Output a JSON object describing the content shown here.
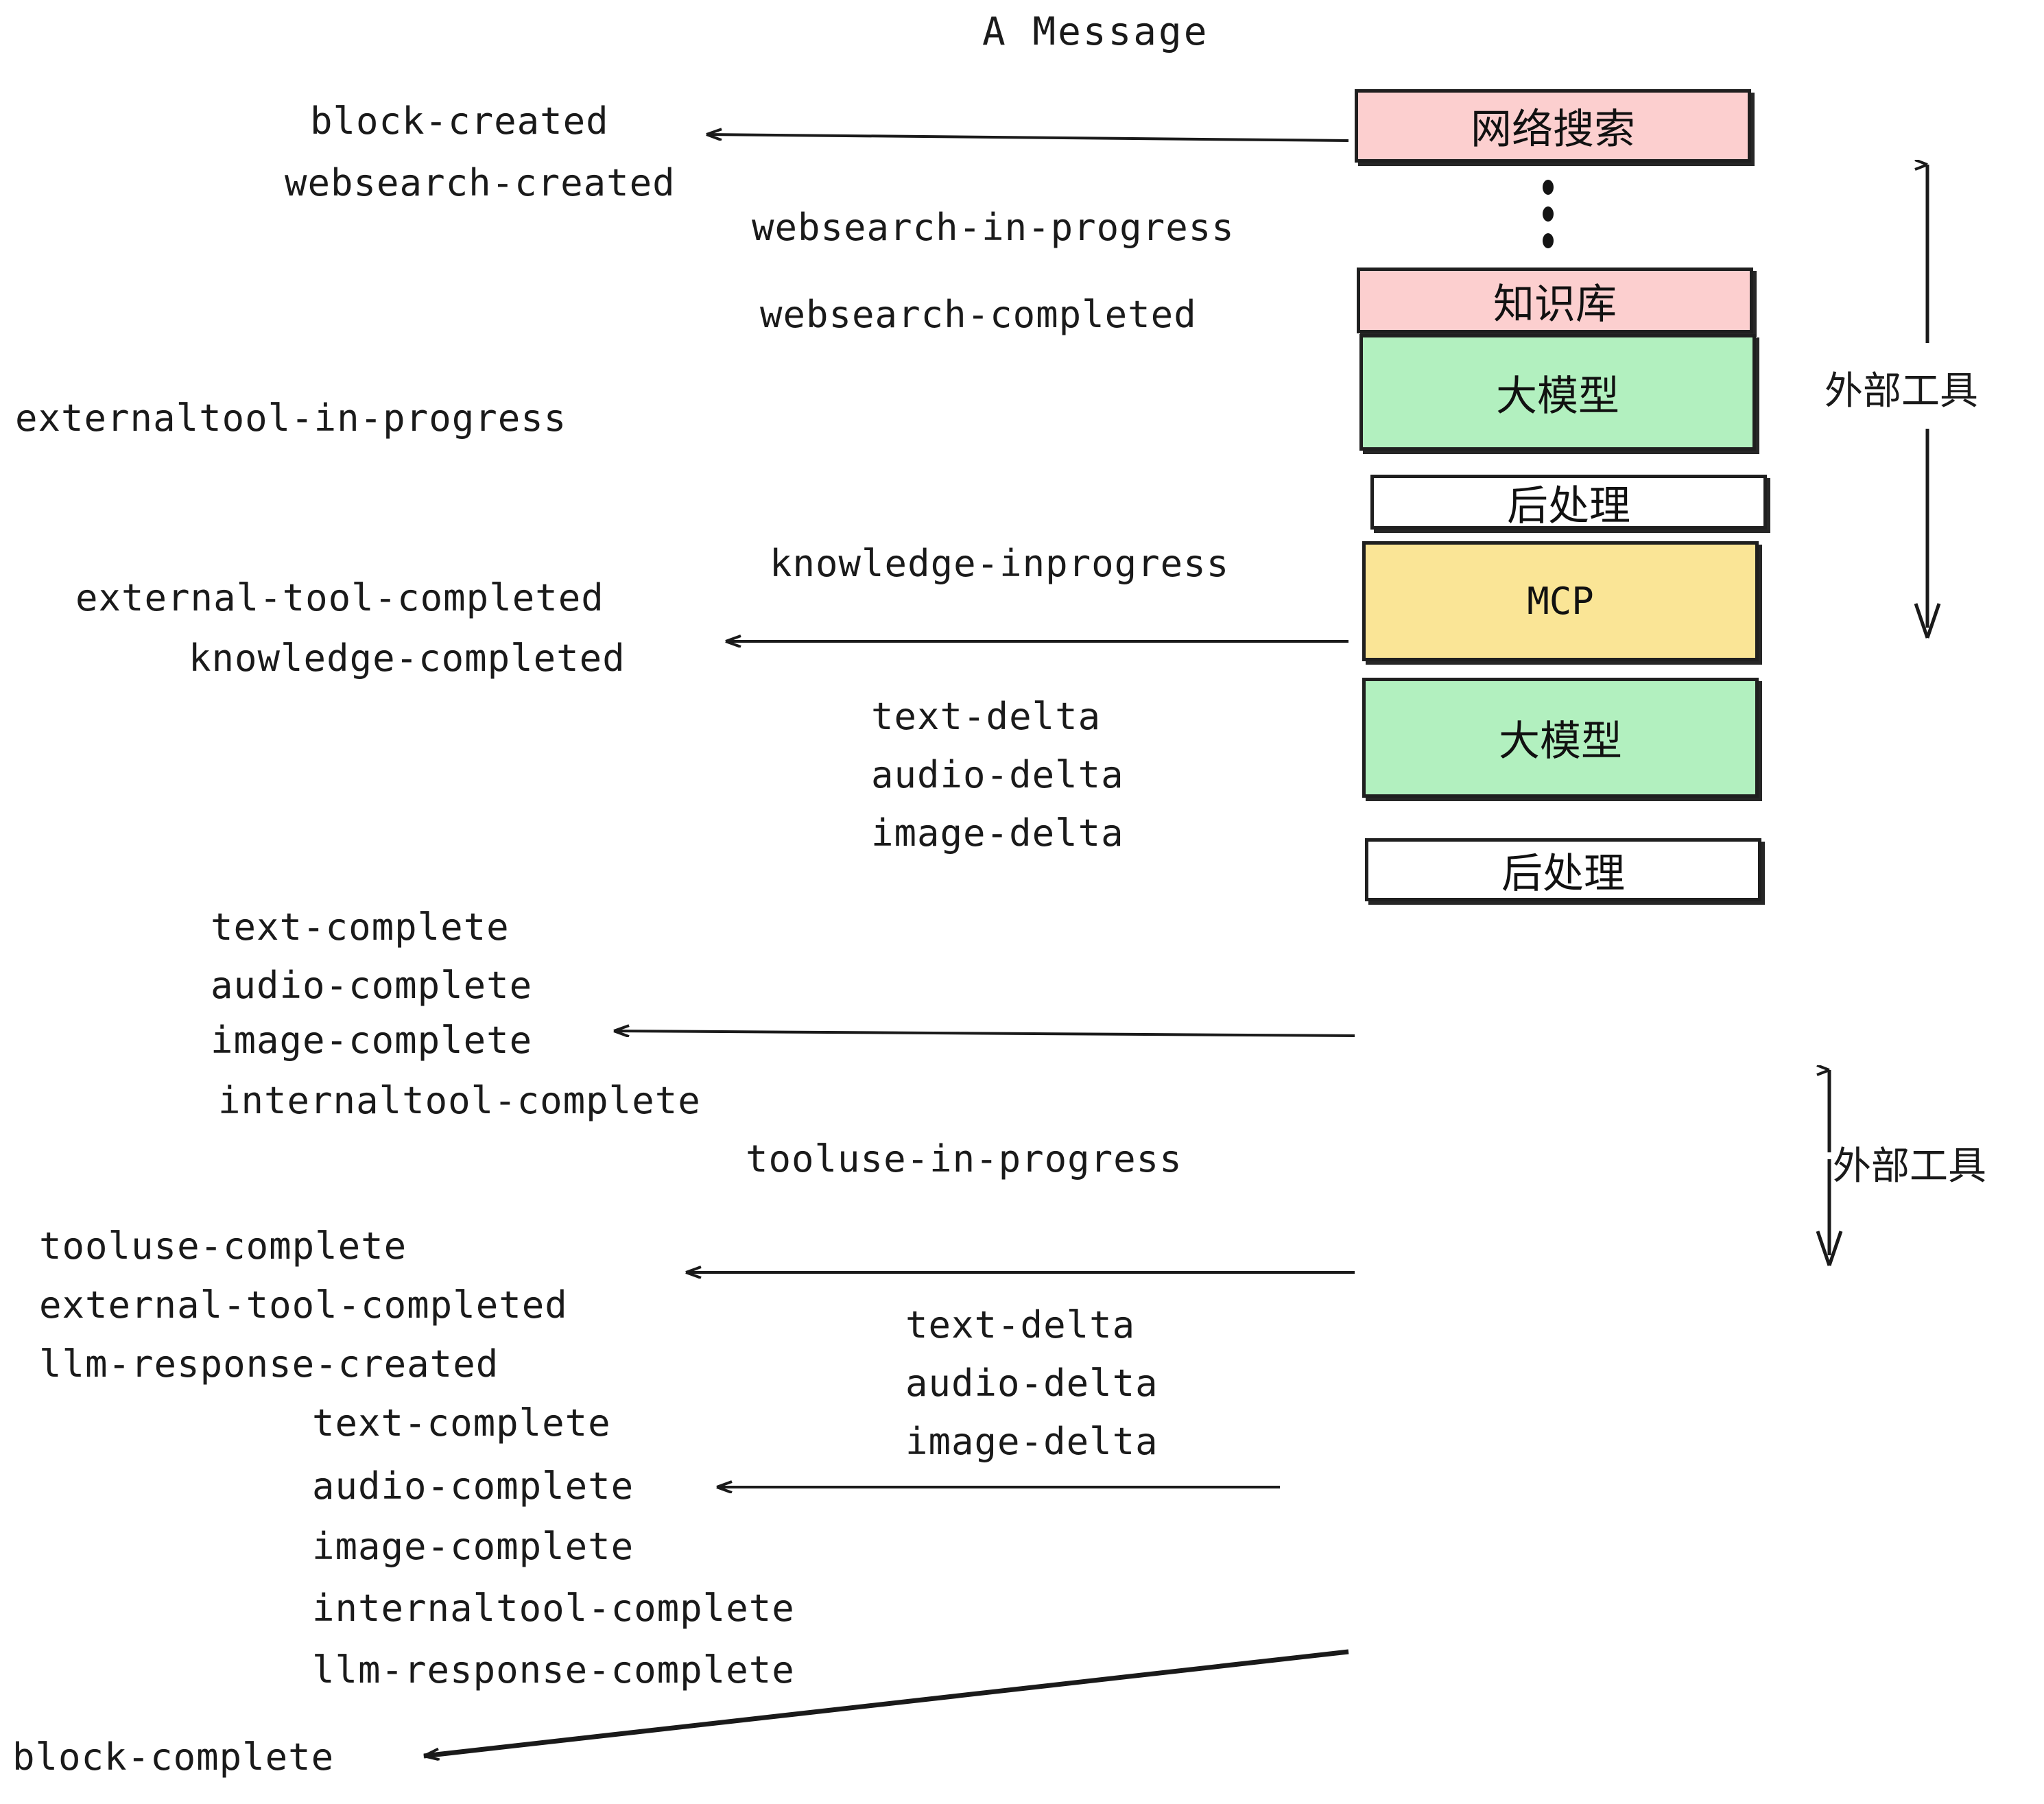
{
  "diagram": {
    "title": "A Message",
    "colors": {
      "pink": "#fccfcf",
      "green": "#b2f0bf",
      "yellow": "#fae596",
      "white": "#ffffff",
      "stroke": "#1f1f1f",
      "text": "#1a1a1a"
    },
    "nodes": [
      {
        "id": "websearch",
        "label": "网络搜索",
        "fill": "pink"
      },
      {
        "id": "knowledge",
        "label": "知识库",
        "fill": "pink"
      },
      {
        "id": "llm1",
        "label": "大模型",
        "fill": "green"
      },
      {
        "id": "post1",
        "label": "后处理",
        "fill": "white"
      },
      {
        "id": "mcp",
        "label": "MCP",
        "fill": "yellow"
      },
      {
        "id": "llm2",
        "label": "大模型",
        "fill": "green"
      },
      {
        "id": "post2",
        "label": "后处理",
        "fill": "white"
      }
    ],
    "brackets": [
      {
        "id": "external-tools-top",
        "label": "外部工具"
      },
      {
        "id": "external-tools-bottom",
        "label": "外部工具"
      }
    ],
    "events": {
      "block_created": "block-created",
      "websearch_created": "websearch-created",
      "websearch_in_progress": "websearch-in-progress",
      "websearch_completed": "websearch-completed",
      "externaltool_in_progress": "externaltool-in-progress",
      "knowledge_inprogress": "knowledge-inprogress",
      "external_tool_completed_1": "external-tool-completed",
      "knowledge_completed": "knowledge-completed",
      "text_delta_1": "text-delta",
      "audio_delta_1": "audio-delta",
      "image_delta_1": "image-delta",
      "text_complete_1": "text-complete",
      "audio_complete_1": "audio-complete",
      "image_complete_1": "image-complete",
      "internaltool_complete_1": "internaltool-complete",
      "tooluse_in_progress": "tooluse-in-progress",
      "tooluse_complete": "tooluse-complete",
      "external_tool_completed_2": "external-tool-completed",
      "llm_response_created": "llm-response-created",
      "text_delta_2": "text-delta",
      "audio_delta_2": "audio-delta",
      "image_delta_2": "image-delta",
      "text_complete_2": "text-complete",
      "audio_complete_2": "audio-complete",
      "image_complete_2": "image-complete",
      "internaltool_complete_2": "internaltool-complete",
      "llm_response_complete": "llm-response-complete",
      "block_complete": "block-complete"
    },
    "ellipsis": "⋮"
  }
}
